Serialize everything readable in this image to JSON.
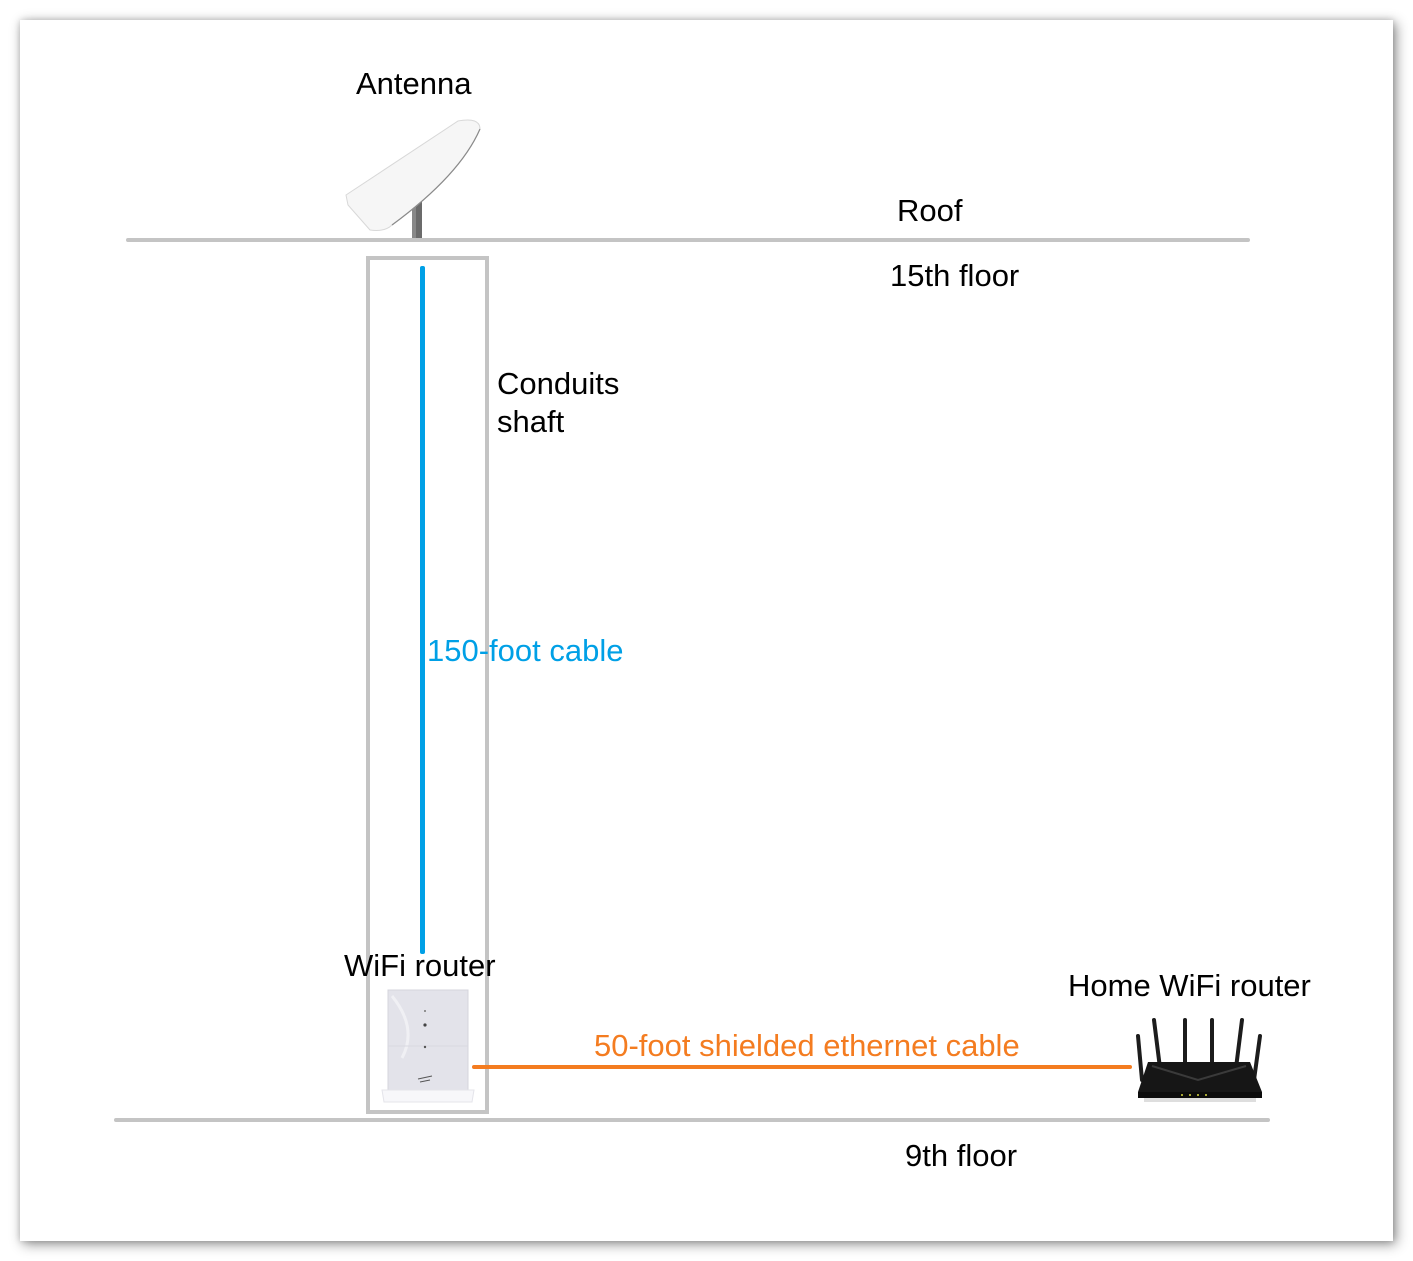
{
  "diagram": {
    "labels": {
      "antenna": "Antenna",
      "roof": "Roof",
      "top_floor": "15th floor",
      "shaft_line1": "Conduits",
      "shaft_line2": "shaft",
      "long_cable": "150-foot cable",
      "wifi_router": "WiFi router",
      "home_router": "Home WiFi router",
      "ethernet_cable": "50-foot shielded ethernet cable",
      "bottom_floor": "9th floor"
    },
    "colors": {
      "long_cable": "#00a0e6",
      "ethernet_cable": "#f47c20",
      "floor_lines": "#c4c4c4",
      "text": "#000000"
    },
    "nodes": [
      {
        "id": "antenna",
        "label": "Antenna",
        "icon": "satellite-dish-icon",
        "location": "Roof"
      },
      {
        "id": "wifi_router",
        "label": "WiFi router",
        "icon": "wifi-router-icon",
        "location": "9th floor, conduits shaft"
      },
      {
        "id": "home_router",
        "label": "Home WiFi router",
        "icon": "home-router-icon",
        "location": "9th floor"
      }
    ],
    "edges": [
      {
        "from": "antenna",
        "to": "wifi_router",
        "label": "150-foot cable",
        "color": "#00a0e6"
      },
      {
        "from": "wifi_router",
        "to": "home_router",
        "label": "50-foot shielded ethernet cable",
        "color": "#f47c20"
      }
    ]
  }
}
